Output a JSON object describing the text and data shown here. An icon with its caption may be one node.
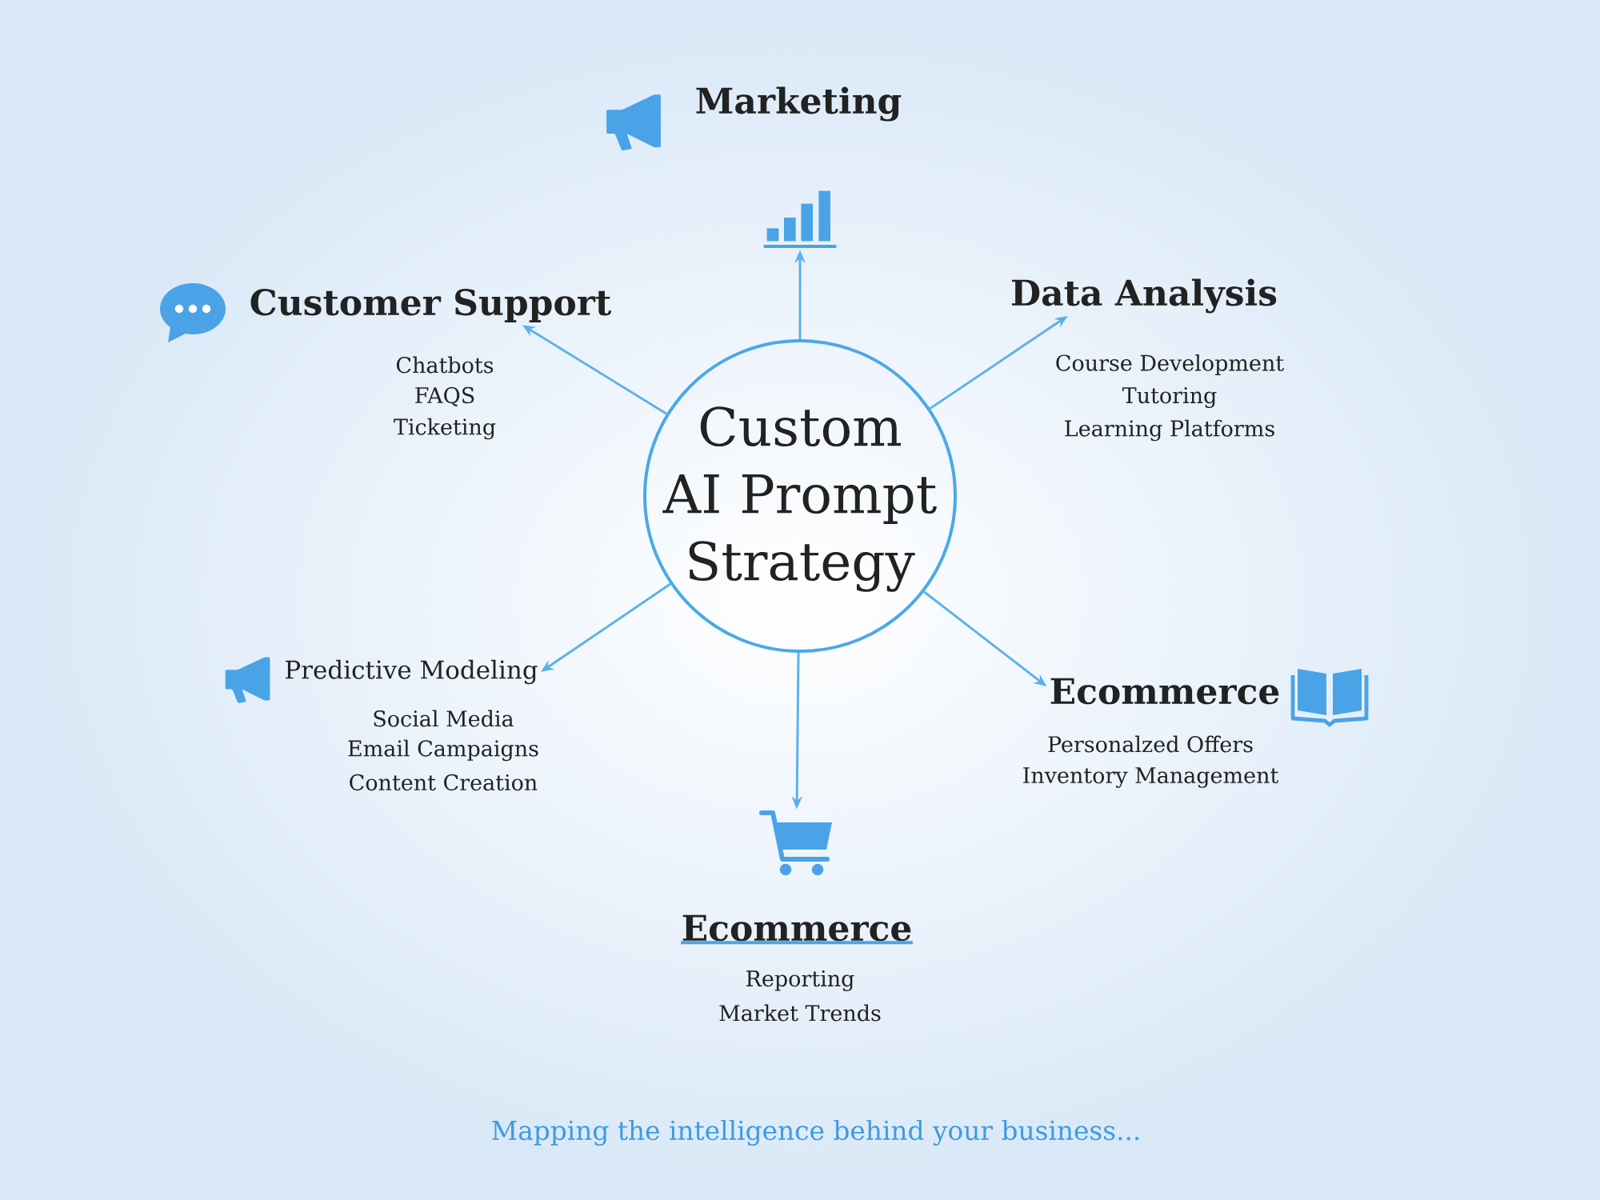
{
  "diagram": {
    "caption": "Mapping the intelligence behind your business...",
    "nodes": [
      {
        "text": [],
        "shape": "picture"
      },
      {
        "text": [
          "Customer Support",
          "Chatbots",
          "FAQS",
          "Ticketing"
        ]
      },
      {
        "text": [
          "Data Analysis",
          "Course Development",
          "Tutoring",
          "Learning Platforms"
        ]
      },
      {
        "text": [
          "Custom AI Prompt Strategy"
        ]
      },
      {
        "text": [
          "Predictive Modeling",
          "Social Media",
          "Email Campaigns",
          "Content Creation"
        ]
      },
      {
        "text": [
          "Ecommerce",
          "Personalzed Offers",
          "Inventory Management"
        ]
      },
      {
        "text": [],
        "shape": "picture"
      }
    ],
    "edges": [
      {
        "from": 3,
        "to": 0,
        "arrow": "to"
      },
      {
        "from": 3,
        "to": 2,
        "arrow": "to"
      },
      {
        "from": 3,
        "to": 5,
        "arrow": "to"
      },
      {
        "from": 3,
        "to": 6,
        "arrow": "to"
      },
      {
        "from": 3,
        "to": 4,
        "arrow": "to"
      },
      {
        "from": 3,
        "to": 1,
        "arrow": "to"
      }
    ],
    "labels": [
      "Marketing",
      "Ecommerce",
      "Reporting",
      "Market Trends"
    ]
  }
}
